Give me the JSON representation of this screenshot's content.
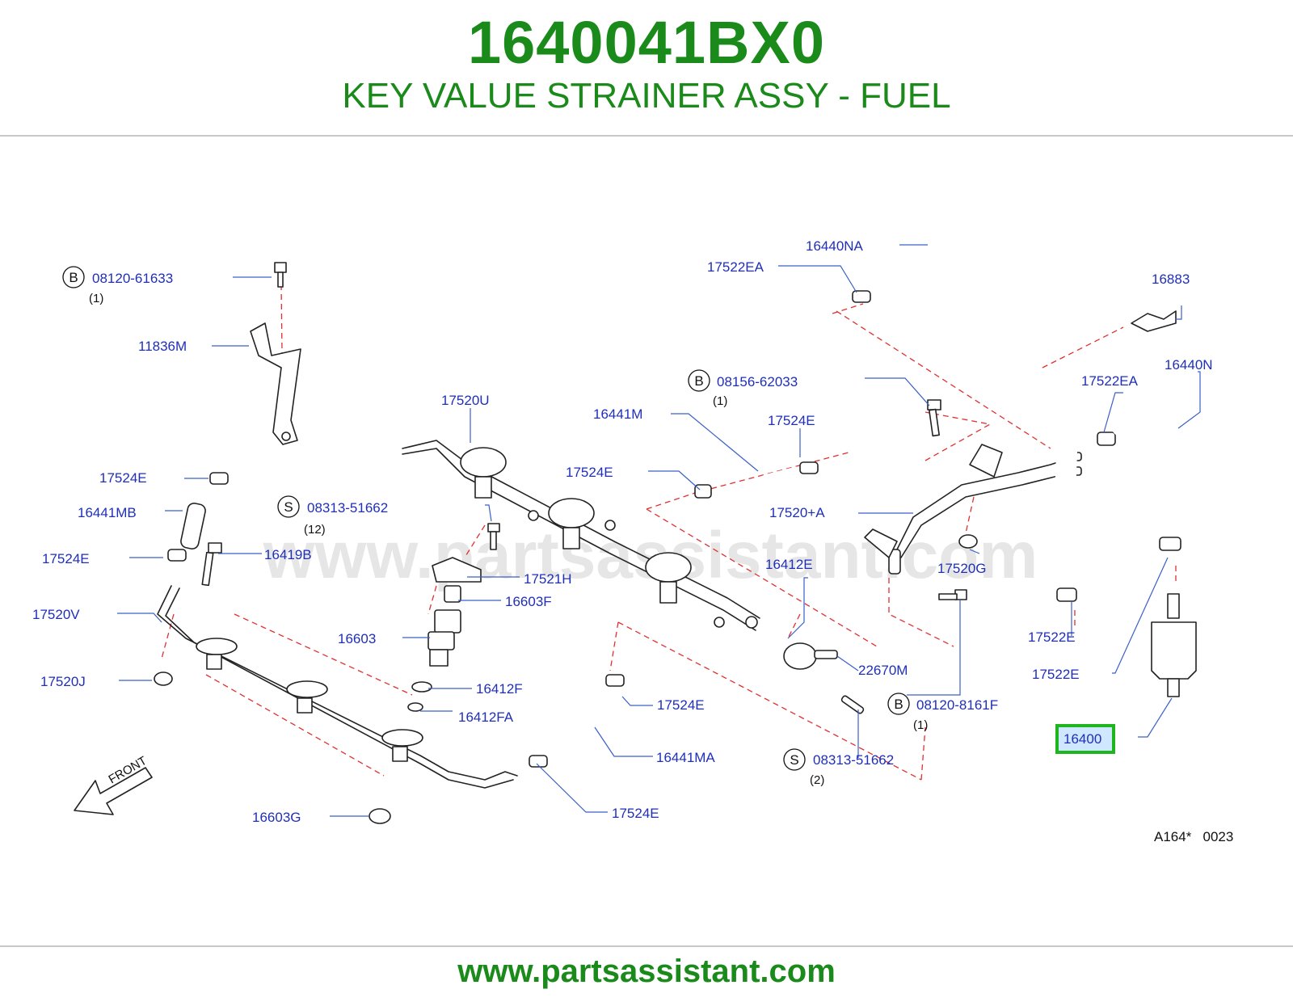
{
  "header": {
    "part_number": "1640041BX0",
    "part_name": "KEY VALUE STRAINER ASSY - FUEL"
  },
  "watermark": "www.partsassistant.com",
  "footer": {
    "url": "www.partsassistant.com"
  },
  "diagram": {
    "highlight_color": "#1fb51f",
    "label_color": "#1f2fb8",
    "title_color": "#1a8a1a",
    "front_label": "FRONT",
    "code": "A164*   0023",
    "callouts": {
      "c_08120_61633": {
        "label": "08120-61633",
        "badge": "B",
        "qty": "(1)"
      },
      "c_11836M": "11836M",
      "c_17520U": "17520U",
      "c_16441M": "16441M",
      "c_08156_62033": {
        "label": "08156-62033",
        "badge": "B",
        "qty": "(1)"
      },
      "c_17524E_a": "17524E",
      "c_17524E_b": "17524E",
      "c_16441MB": "16441MB",
      "c_08313_51662_a": {
        "label": "08313-51662",
        "badge": "S",
        "qty": "(12)"
      },
      "c_17524E_c": "17524E",
      "c_17524E_d": "17524E",
      "c_16419B": "16419B",
      "c_17520V": "17520V",
      "c_17521H": "17521H",
      "c_16603F": "16603F",
      "c_16603": "16603",
      "c_17520J": "17520J",
      "c_16412F": "16412F",
      "c_16412FA": "16412FA",
      "c_17524E_e": "17524E",
      "c_16441MA": "16441MA",
      "c_17524E_f": "17524E",
      "c_16603G": "16603G",
      "c_16440NA": "16440NA",
      "c_17522EA_a": "17522EA",
      "c_16883": "16883",
      "c_16440N": "16440N",
      "c_17522EA_b": "17522EA",
      "c_17520A": "17520+A",
      "c_16412E": "16412E",
      "c_17520G": "17520G",
      "c_22670M": "22670M",
      "c_08120_8161F": {
        "label": "08120-8161F",
        "badge": "B",
        "qty": "(1)"
      },
      "c_08313_51662_b": {
        "label": "08313-51662",
        "badge": "S",
        "qty": "(2)"
      },
      "c_17522E_a": "17522E",
      "c_17522E_b": "17522E",
      "c_16400": "16400"
    }
  }
}
